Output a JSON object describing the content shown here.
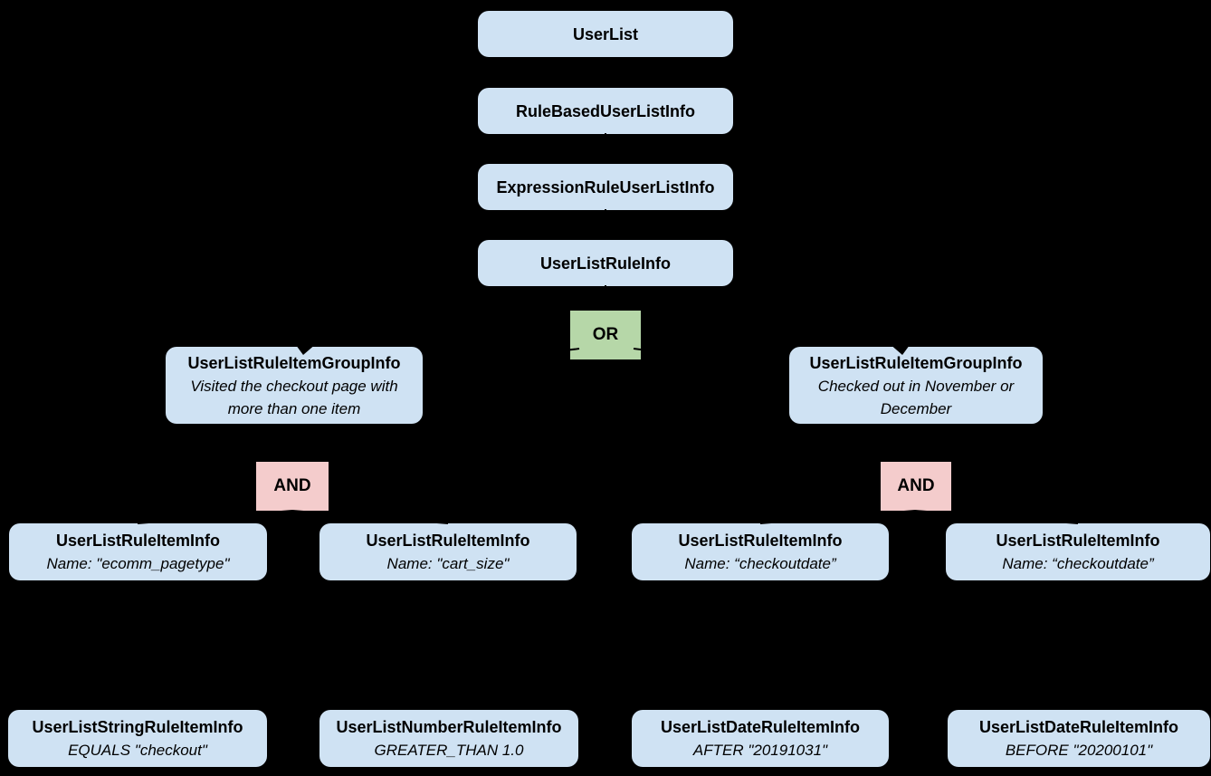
{
  "diagram": {
    "background": "#000000",
    "colors": {
      "node_fill": "#cfe2f3",
      "or_fill": "#b6d7a8",
      "and_fill": "#f4cccc",
      "text": "#000000",
      "connector": "#000000"
    }
  },
  "nodes": {
    "userlist": {
      "title": "UserList"
    },
    "rule_based": {
      "title": "RuleBasedUserListInfo"
    },
    "expression_rule": {
      "title": "ExpressionRuleUserListInfo"
    },
    "user_list_rule": {
      "title": "UserListRuleInfo"
    },
    "group_left": {
      "title": "UserListRuleItemGroupInfo",
      "subtitle": "Visited the checkout page with more than one item"
    },
    "group_right": {
      "title": "UserListRuleItemGroupInfo",
      "subtitle": "Checked out in November or December"
    },
    "item_1": {
      "title": "UserListRuleItemInfo",
      "subtitle": "Name: \"ecomm_pagetype\""
    },
    "item_2": {
      "title": "UserListRuleItemInfo",
      "subtitle": "Name: \"cart_size\""
    },
    "item_3": {
      "title": "UserListRuleItemInfo",
      "subtitle": "Name: “checkoutdate”"
    },
    "item_4": {
      "title": "UserListRuleItemInfo",
      "subtitle": "Name: “checkoutdate”"
    },
    "leaf_string": {
      "title": "UserListStringRuleItemInfo",
      "subtitle": "EQUALS \"checkout\""
    },
    "leaf_number": {
      "title": "UserListNumberRuleItemInfo",
      "subtitle": "GREATER_THAN 1.0"
    },
    "leaf_date_after": {
      "title": "UserListDateRuleItemInfo",
      "subtitle": "AFTER \"20191031\""
    },
    "leaf_date_before": {
      "title": "UserListDateRuleItemInfo",
      "subtitle": "BEFORE \"20200101\""
    }
  },
  "operators": {
    "or": "OR",
    "and_left": "AND",
    "and_right": "AND"
  }
}
